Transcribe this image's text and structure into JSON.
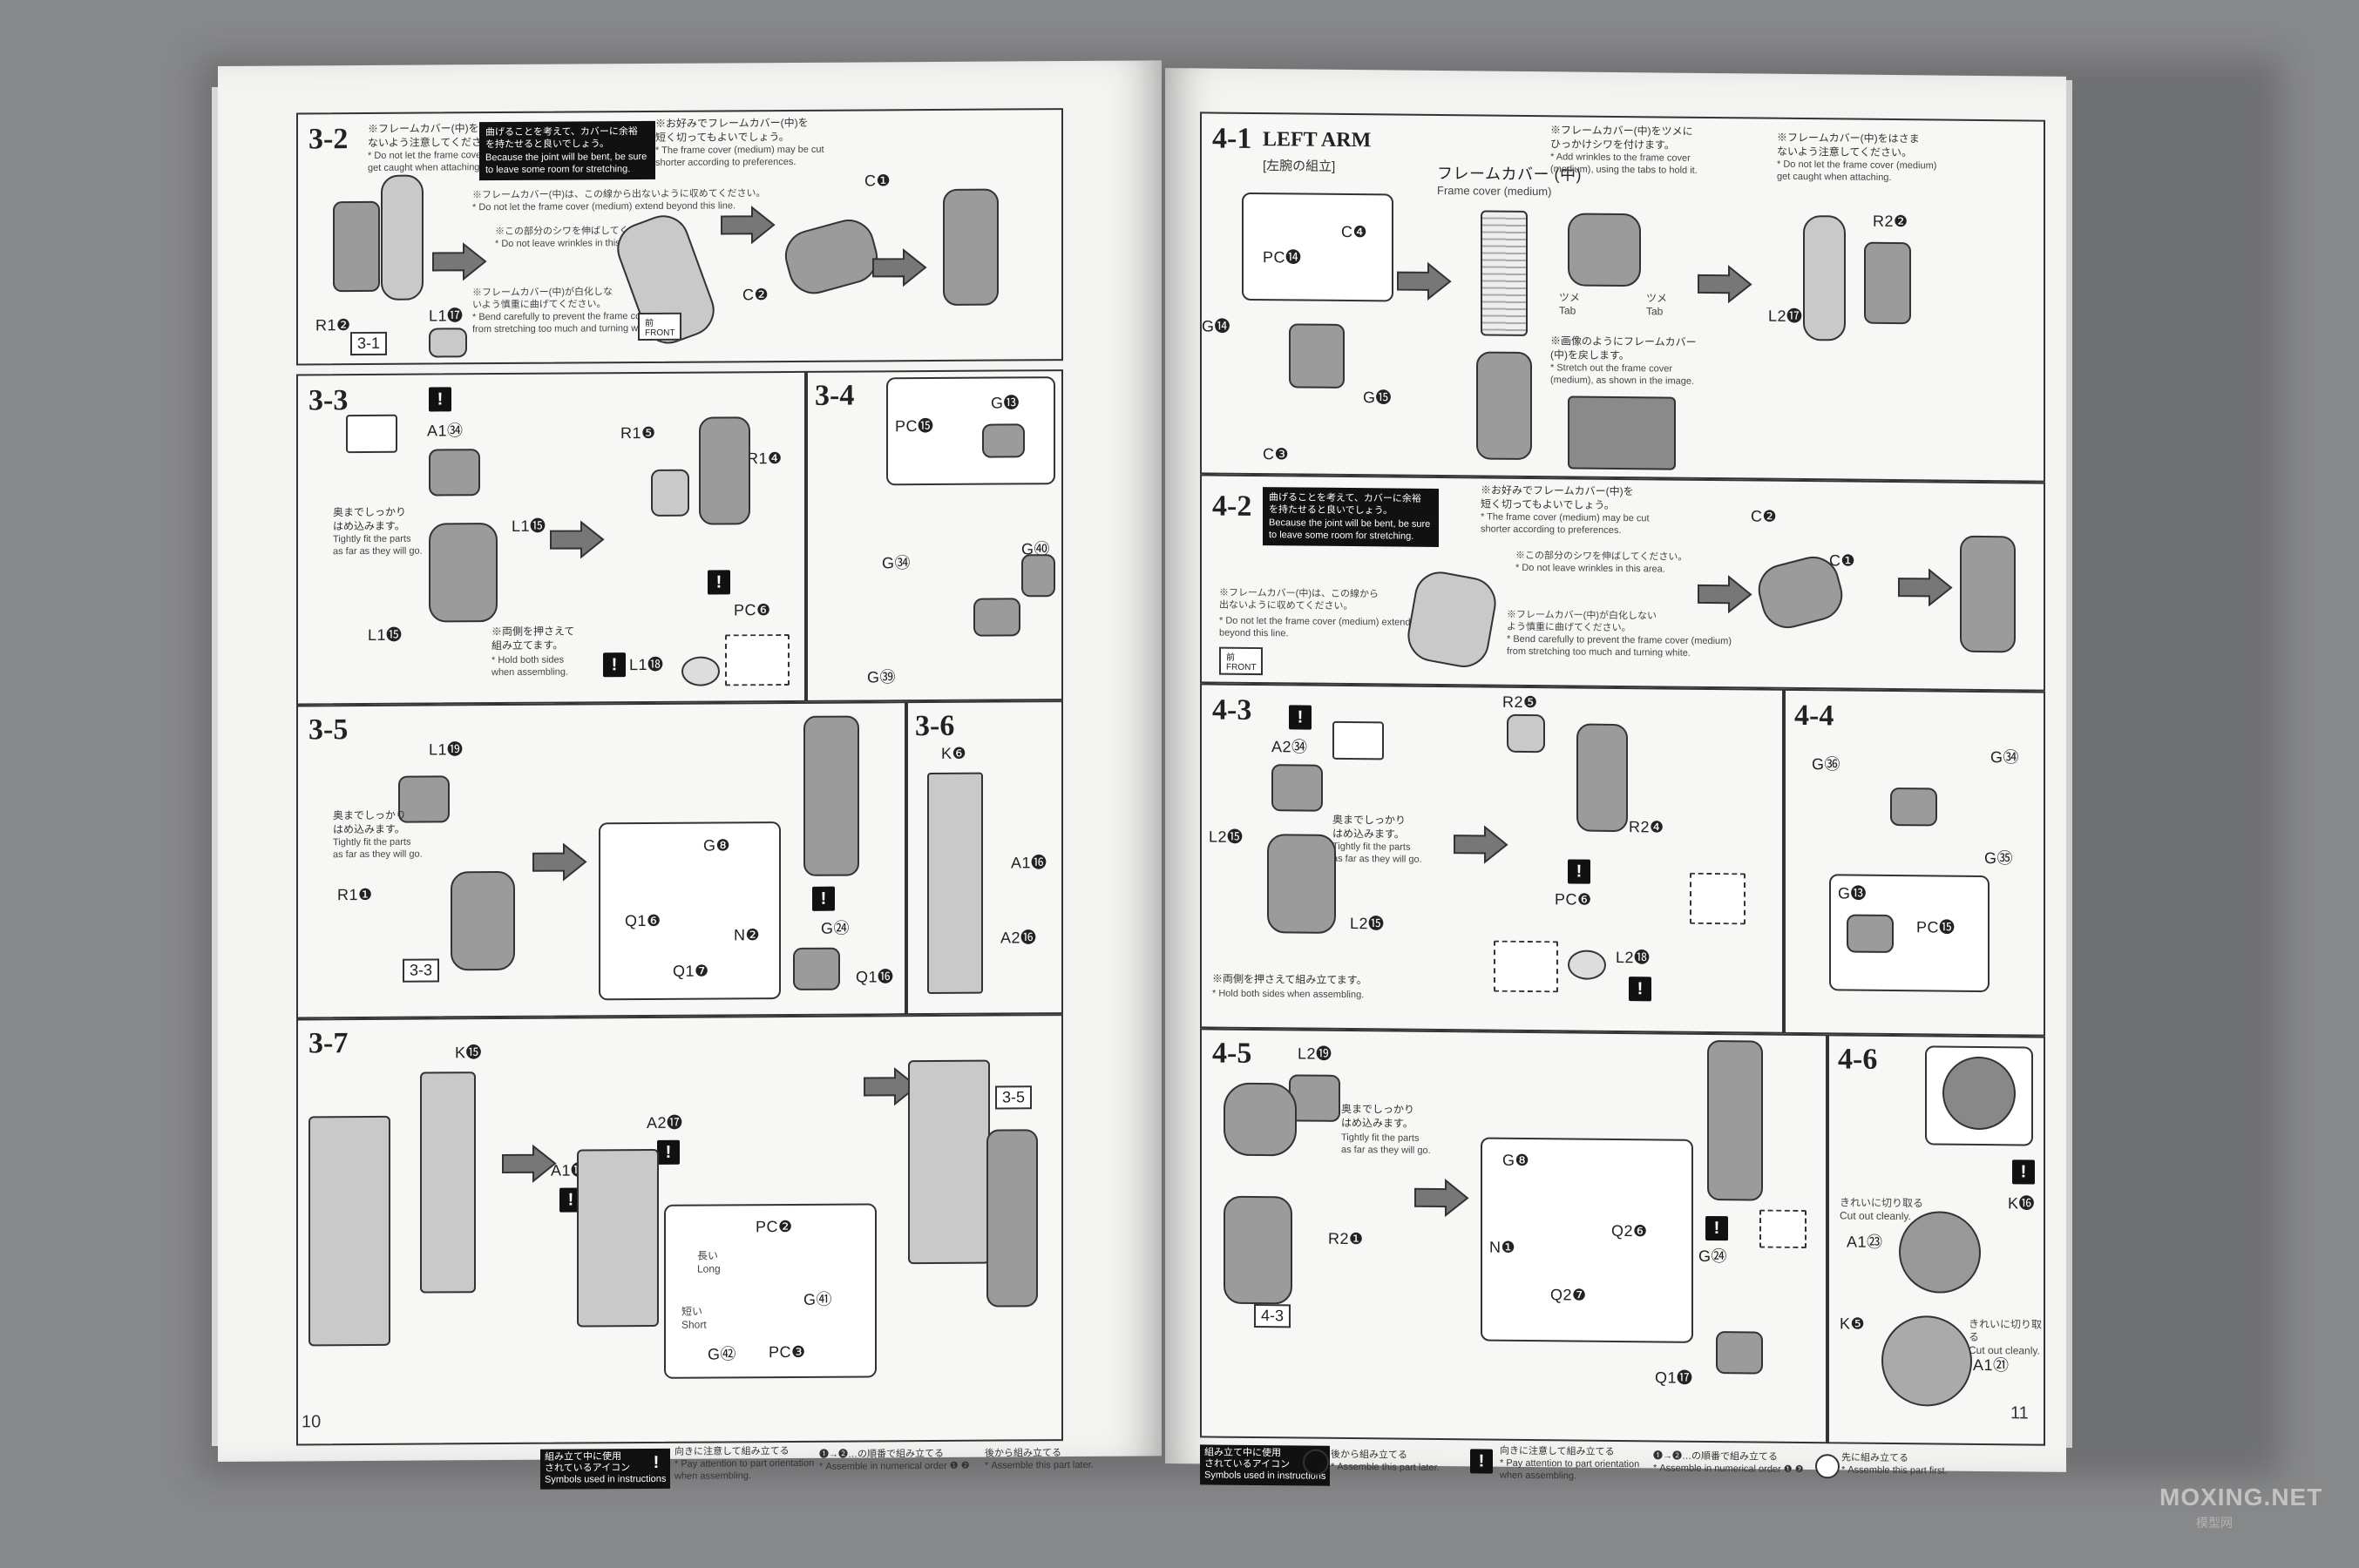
{
  "left_page": {
    "page_number": "10",
    "steps": [
      {
        "id": "3-2",
        "notes": [
          "※フレームカバー(中)をはさま\nないよう注意してください。",
          "* Do not let the frame cover (medium)\nget caught when attaching."
        ],
        "box_text": "曲げることを考えて、カバーに余裕\nを持たせると良いでしょう。\nBecause the joint will be bent, be sure\nto leave some room for stretching.",
        "notes2": [
          "※お好みでフレームカバー(中)を\n短く切ってもよいでしょう。",
          "* The frame cover (medium) may be cut\nshorter according to preferences.",
          "※フレームカバー(中)は、この線から出ないように収めてください。",
          "* Do not let the frame cover (medium) extend beyond this line.",
          "※この部分のシワを伸ばしてください。",
          "* Do not leave wrinkles in this area.",
          "※フレームカバー(中)が白化しな\nいよう慎重に曲げてください。",
          "* Bend carefully to prevent the frame cover (medium)\nfrom stretching too much and turning white."
        ],
        "labels": [
          "R1❷",
          "L1⓱",
          "C❶",
          "C❷"
        ],
        "ref": "3-1",
        "front_label": "前\nFRONT"
      },
      {
        "id": "3-3",
        "labels": [
          "A1㉞",
          "L1⓯",
          "L1⓯",
          "R1❺",
          "R1❹",
          "PC❻",
          "L1⓲"
        ],
        "notes": [
          "奥までしっかり\nはめ込みます。",
          "Tightly fit the parts\nas far as they will go.",
          "※両側を押さえて\n組み立てます。",
          "* Hold both sides\nwhen assembling."
        ]
      },
      {
        "id": "3-4",
        "labels": [
          "PC⓯",
          "G⓭",
          "G㉞",
          "G㊵",
          "G㊴"
        ]
      },
      {
        "id": "3-5",
        "labels": [
          "L1⓳",
          "R1❶",
          "G❽",
          "Q1❻",
          "N❷",
          "Q1❼",
          "G㉔",
          "Q1⓰"
        ],
        "notes": [
          "奥までしっかり\nはめ込みます。",
          "Tightly fit the parts\nas far as they will go."
        ],
        "ref": "3-3"
      },
      {
        "id": "3-6",
        "labels": [
          "K❻",
          "A1⓰",
          "A2⓰"
        ]
      },
      {
        "id": "3-7",
        "labels": [
          "K⓯",
          "A1⓱",
          "A2⓱",
          "PC❷",
          "長い\nLong",
          "短い\nShort",
          "G㊶",
          "G㊷",
          "PC❸"
        ],
        "ref": "3-5"
      }
    ],
    "legend": {
      "title": "組み立て中に使用\nされているアイコン\nSymbols used in instructions",
      "items": [
        "向きに注意して組み立てる\n* Pay attention to part orientation\nwhen assembling.",
        "❶→❷…の順番で組み立てる\n* Assemble in numerical order ❶ ❷",
        "後から組み立てる\n* Assemble this part later."
      ]
    }
  },
  "right_page": {
    "page_number": "11",
    "steps": [
      {
        "id": "4-1",
        "title": "LEFT ARM",
        "subtitle": "[左腕の組立]",
        "cover_label": "フレームカバー (中)",
        "cover_label_en": "Frame cover (medium)",
        "notes": [
          "※フレームカバー(中)をツメに\nひっかけシワを付けます。",
          "* Add wrinkles to the frame cover\n(medium), using the tabs to hold it.",
          "※画像のようにフレームカバー\n(中)を戻します。",
          "* Stretch out the frame cover\n(medium), as shown in the image.",
          "※フレームカバー(中)をはさま\nないよう注意してください。",
          "* Do not let the frame cover (medium)\nget caught when attaching."
        ],
        "tab_labels": [
          "ツメ\nTab",
          "ツメ\nTab"
        ],
        "labels": [
          "PC⓮",
          "C❹",
          "G⓮",
          "G⓯",
          "C❸",
          "R2❷",
          "L2⓱"
        ]
      },
      {
        "id": "4-2",
        "box_text": "曲げることを考えて、カバーに余裕\nを持たせると良いでしょう。\nBecause the joint will be bent, be sure\nto leave some room for stretching.",
        "notes": [
          "※お好みでフレームカバー(中)を\n短く切ってもよいでしょう。",
          "* The frame cover (medium) may be cut\nshorter according to preferences.",
          "※この部分のシワを伸ばしてください。",
          "* Do not leave wrinkles in this area.",
          "※フレームカバー(中)は、この線から\n出ないように収めてください。",
          "* Do not let the frame cover (medium) extend\nbeyond this line.",
          "※フレームカバー(中)が白化しない\nよう慎重に曲げてください。",
          "* Bend carefully to prevent the frame cover (medium)\nfrom stretching too much and turning white."
        ],
        "labels": [
          "C❷",
          "C❶"
        ],
        "front_label": "前\nFRONT"
      },
      {
        "id": "4-3",
        "labels": [
          "A2㉞",
          "L2⓯",
          "L2⓯",
          "R2❺",
          "R2❹",
          "PC❻",
          "L2⓲"
        ],
        "notes": [
          "奥までしっかり\nはめ込みます。",
          "Tightly fit the parts\nas far as they will go.",
          "※両側を押さえて組み立てます。",
          "* Hold both sides when assembling."
        ]
      },
      {
        "id": "4-4",
        "labels": [
          "G㊱",
          "G㉞",
          "G㉟",
          "G⓭",
          "PC⓯"
        ]
      },
      {
        "id": "4-5",
        "labels": [
          "L2⓳",
          "R2❶",
          "G❽",
          "N❶",
          "Q2❻",
          "Q2❼",
          "G㉔",
          "Q1⓱"
        ],
        "notes": [
          "奥までしっかり\nはめ込みます。",
          "Tightly fit the parts\nas far as they will go."
        ],
        "ref": "4-3"
      },
      {
        "id": "4-6",
        "labels": [
          "K⓰",
          "A1㉓",
          "K❺",
          "A1㉑"
        ],
        "notes": [
          "きれいに切り取る\nCut out cleanly.",
          "きれいに切り取る\nCut out cleanly."
        ]
      }
    ],
    "legend": {
      "title": "組み立て中に使用\nされているアイコン\nSymbols used in instructions",
      "items": [
        "後から組み立てる\n* Assemble this part later.",
        "向きに注意して組み立てる\n* Pay attention to part orientation\nwhen assembling.",
        "❶→❷…の順番で組み立てる\n* Assemble in numerical order ❶ ❷",
        "先に組み立てる\n* Assemble this part first."
      ]
    }
  },
  "watermark": {
    "main": "MOXING.NET",
    "sub": "模型网"
  }
}
